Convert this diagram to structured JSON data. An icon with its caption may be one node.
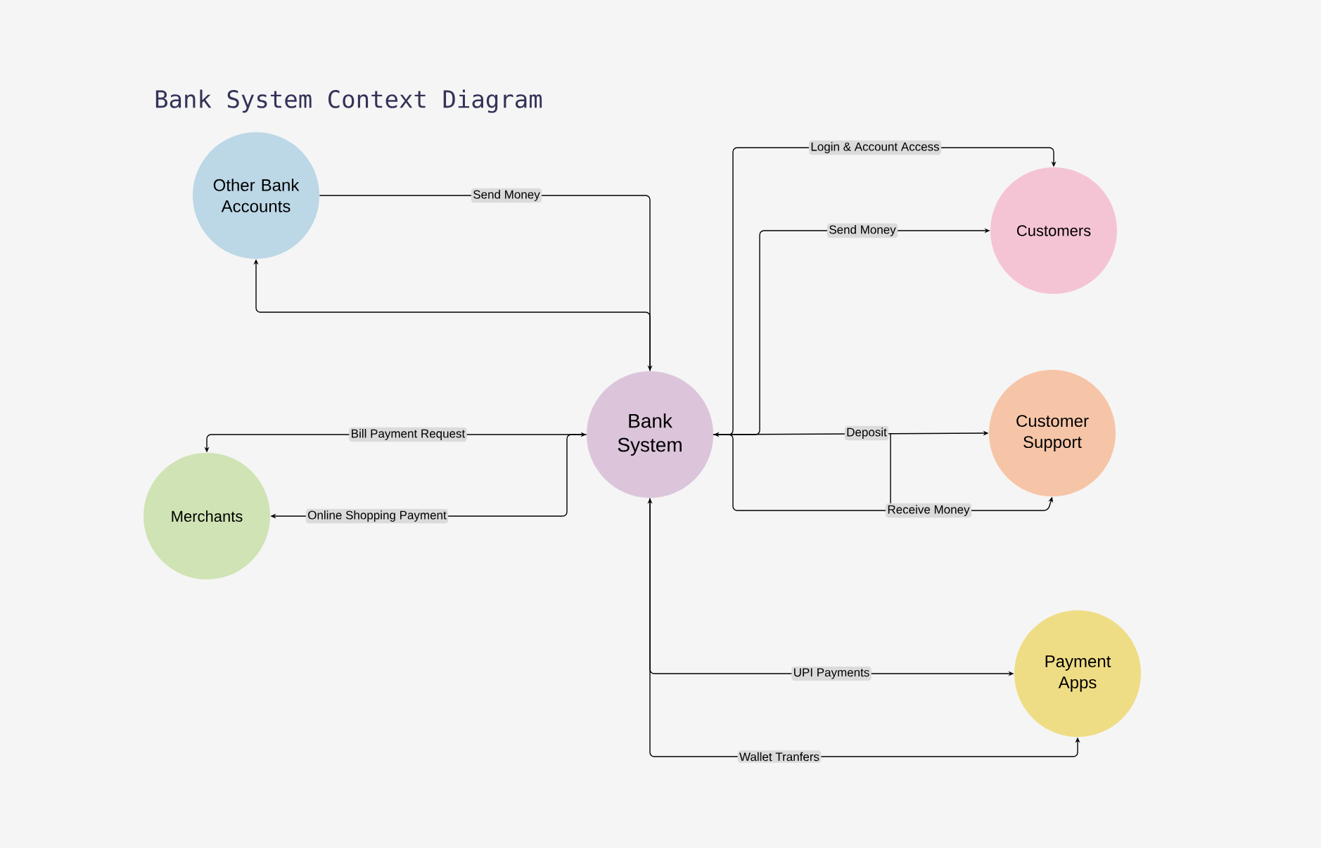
{
  "diagram": {
    "title": "Bank System Context Diagram",
    "nodes": [
      {
        "text": [
          "Other Bank Accounts"
        ]
      },
      {
        "text": [
          "Bank System"
        ]
      },
      {
        "text": [
          "Merchants"
        ]
      },
      {
        "text": [
          "Customers"
        ]
      },
      {
        "text": [
          "Customer Support"
        ]
      },
      {
        "text": [
          "Payment Apps"
        ]
      }
    ],
    "edges": [
      {
        "from": 0,
        "to": 1,
        "arrow": "to",
        "label": "Send Money"
      },
      {
        "from": 1,
        "to": 0,
        "arrow": "to"
      },
      {
        "from": 2,
        "to": 1,
        "arrow": "both",
        "label": "Bill Payment Request"
      },
      {
        "from": 1,
        "to": 2,
        "arrow": "to",
        "label": "Online Shopping Payment"
      },
      {
        "from": 1,
        "to": 3,
        "arrow": "to",
        "label": "Login & Account Access"
      },
      {
        "from": 1,
        "to": 3,
        "arrow": "to",
        "label": "Send Money"
      },
      {
        "from": 1,
        "to": 4,
        "arrow": "both",
        "label": "Deposit"
      },
      {
        "from": 1,
        "to": 4,
        "arrow": "to",
        "label": "Receive Money"
      },
      {
        "from": 1,
        "to": 5,
        "arrow": "both",
        "label": "UPI Payments"
      },
      {
        "from": 1,
        "to": 5,
        "arrow": "to",
        "label": "Wallet Tranfers"
      }
    ]
  }
}
